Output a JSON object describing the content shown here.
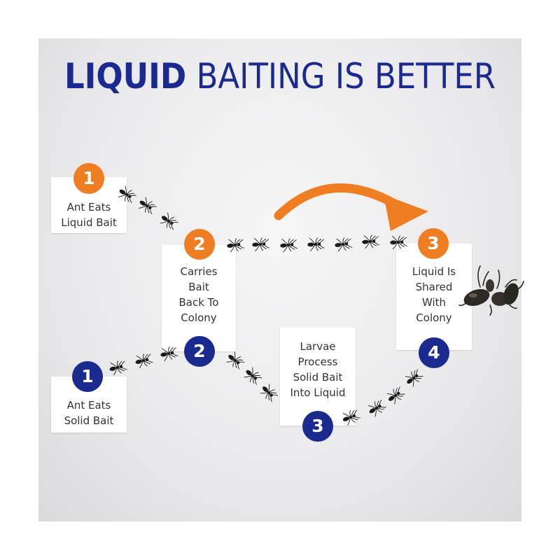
{
  "title": {
    "bold_part": "LIQUID",
    "rest": " BAITING IS BETTER"
  },
  "colors": {
    "title": "#1b2a8f",
    "orange": "#ef7d22",
    "blue": "#1b2a8f",
    "ant": "#1a1a1a"
  },
  "liquid_path": {
    "step1": {
      "number": "1",
      "label": "Ant Eats Liquid Bait"
    },
    "step2": {
      "number": "2",
      "label": "Carries Bait Back To Colony"
    },
    "step3": {
      "number": "3",
      "label": "Liquid Is Shared With Colony"
    }
  },
  "solid_path": {
    "step1": {
      "number": "1",
      "label": "Ant Eats Solid Bait"
    },
    "step2": {
      "number": "2"
    },
    "step3": {
      "number": "3",
      "label": "Larvae Process Solid Bait Into Liquid"
    },
    "step4": {
      "number": "4"
    }
  },
  "icons": [
    "ant-icon",
    "curved-arrow-icon",
    "dead-ants-icon"
  ]
}
